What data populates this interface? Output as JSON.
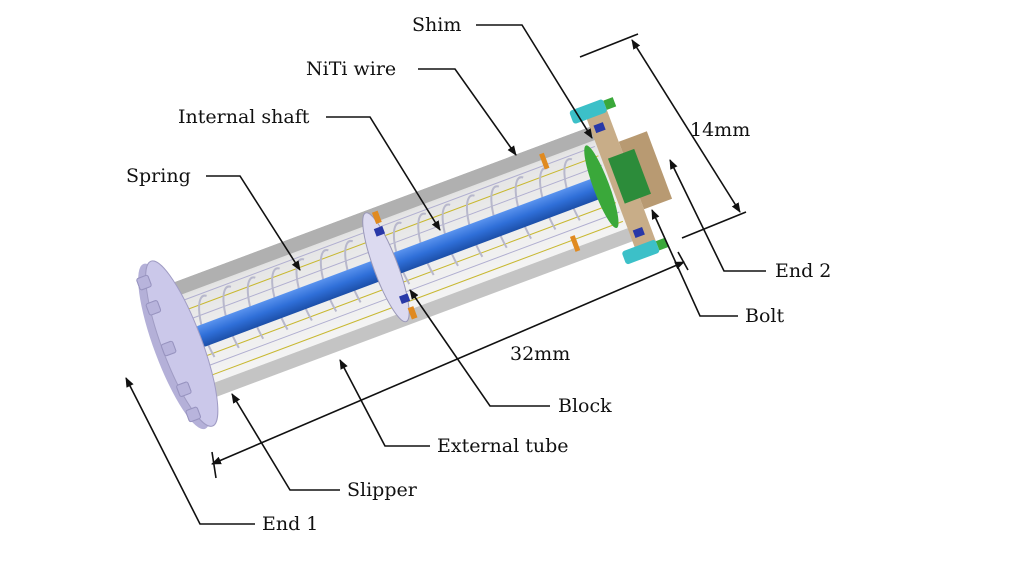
{
  "labels": {
    "shim": "Shim",
    "niti_wire": "NiTi wire",
    "internal_shaft": "Internal shaft",
    "spring": "Spring",
    "dim_diameter": "14mm",
    "end2": "End 2",
    "bolt": "Bolt",
    "dim_length": "32mm",
    "block": "Block",
    "external_tube": "External tube",
    "slipper": "Slipper",
    "end1": "End 1"
  },
  "colors": {
    "tube": "#bdbdbd",
    "tube_inner": "#f2f2f2",
    "shaft": "#2f6fd8",
    "flange": "#c9c6e8",
    "end2": "#b89a72",
    "bolt": "#3cc0c8",
    "shim": "#3aa83a",
    "wire": "#c8b830",
    "block_pad": "#2838a8",
    "slipper_tab": "#e08a20"
  }
}
